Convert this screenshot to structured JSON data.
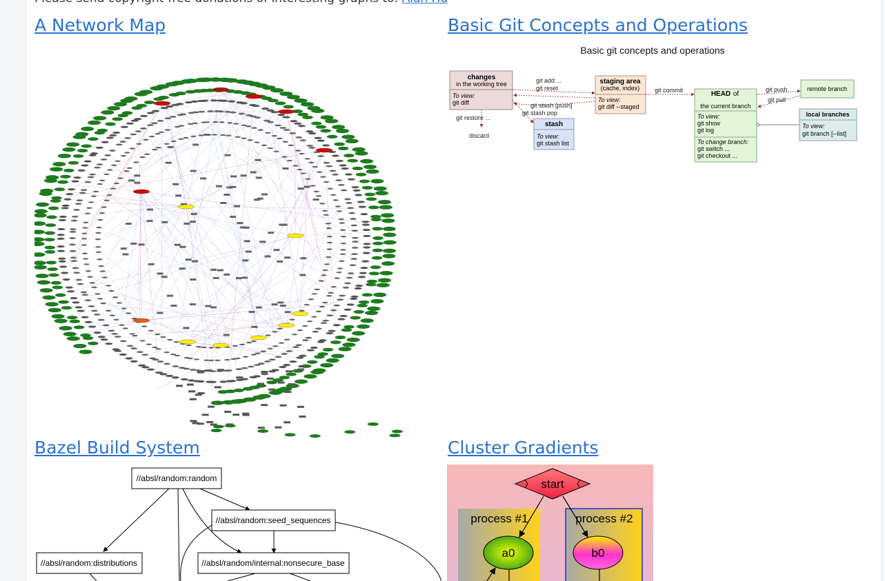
{
  "intro": {
    "text": "Please send copyright-free donations of interesting graphs to:",
    "link": "Alan Hu"
  },
  "cards": [
    {
      "title": "A Network Map"
    },
    {
      "title": "Basic Git Concepts and Operations"
    },
    {
      "title": "Bazel Build System"
    },
    {
      "title": "Cluster Gradients"
    }
  ],
  "git": {
    "title": "Basic git concepts and operations",
    "changes_title": "changes",
    "changes_sub": "in the working tree",
    "changes_view": "To view:",
    "changes_cmd": "git diff",
    "staging_title": "staging area",
    "staging_sub": "(cache, index)",
    "staging_view": "To view:",
    "staging_cmd": "git diff --staged",
    "head_title": "HEAD",
    "head_of": "of",
    "head_sub": "the current branch",
    "head_view": "To view:",
    "head_cmd1": "git show",
    "head_cmd2": "git log",
    "head_change": "To change branch:",
    "head_cmd3": "git switch ...",
    "head_cmd4": "git checkout ...",
    "remote": "remote branch",
    "local_title": "local branches",
    "local_view": "To view:",
    "local_cmd": "git branch [--list]",
    "stash_title": "stash",
    "stash_view": "To view:",
    "stash_cmd": "git stash list",
    "e_add": "git add ...",
    "e_reset": "git reset",
    "e_commit": "git commit",
    "e_push": "git push",
    "e_pull": "git pull",
    "e_stash_push": "git stash [push]",
    "e_stash_pop": "git stash pop",
    "e_restore": "git restore ...",
    "e_discard": "discard"
  },
  "bazel": {
    "random": "//absl/random:random",
    "seed": "//absl/random:seed_sequences",
    "distributions": "//absl/random:distributions",
    "nonsecure": "//absl/random/internal:nonsecure_base"
  },
  "cluster": {
    "start": "start",
    "process1": "process #1",
    "process2": "process #2",
    "a0": "a0",
    "b0": "b0"
  }
}
